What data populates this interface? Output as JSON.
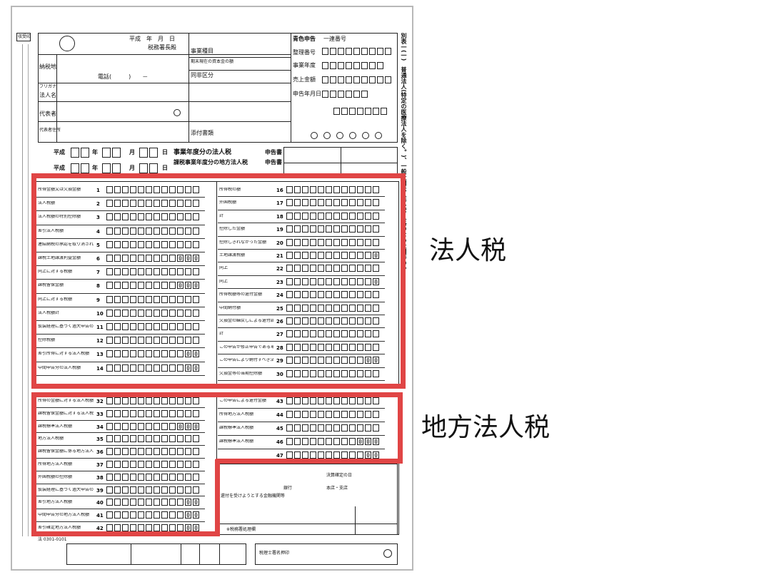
{
  "form": {
    "stamp": "収受印",
    "era": "平成",
    "date_fields": "平成　年　月　日",
    "tax_office": "税務署長殿",
    "address_label": "納税地",
    "phone": "電話(　　　)　　－",
    "furigana": "フリガナ",
    "corp_name_label": "法人名",
    "rep_label": "代表者",
    "rep_sign": "代表者住所",
    "kind": "事業種目",
    "capital": "期末現在の資本金の額",
    "same_div": "同非区分",
    "attach": "添付書類",
    "blue_return": "青色申告",
    "serial": "一連番号",
    "ref_no": "整理番号",
    "fiscal_year": "事業年度",
    "sales": "売上金額",
    "filing_date": "申告年月日",
    "side_title": "別表一(一)　普通法人(特定の医療法人を除く。)、一般社団法人等及び人格のない社団等の分",
    "year_label": "年",
    "month_label": "月",
    "day_label": "日",
    "title1": "事業年度分の法人税",
    "title2": "課税事業年度分の地方法人税",
    "return_label": "申告書",
    "form_code": "法 0301-0101"
  },
  "national": [
    {
      "no": "1",
      "label": "所得金額又は欠損金額",
      "val": ""
    },
    {
      "no": "2",
      "label": "法人税額",
      "val": ""
    },
    {
      "no": "3",
      "label": "法人税額の特別控除額",
      "val": ""
    },
    {
      "no": "4",
      "label": "差引法人税額",
      "val": ""
    },
    {
      "no": "5",
      "label": "連結納税の承認を取り消された場合等における既に控除された法人税額の特別控除額の加算額",
      "val": ""
    },
    {
      "no": "6",
      "label": "課税土地譲渡利益金額",
      "val": "000"
    },
    {
      "no": "7",
      "label": "同上に対する税額",
      "val": ""
    },
    {
      "no": "8",
      "label": "課税留保金額",
      "val": "000"
    },
    {
      "no": "9",
      "label": "同上に対する税額",
      "val": ""
    },
    {
      "no": "10",
      "label": "法人税額計",
      "val": ""
    },
    {
      "no": "11",
      "label": "仮装経理に基づく過大申告の更正に伴う控除法人税額",
      "val": ""
    },
    {
      "no": "12",
      "label": "控除税額",
      "val": ""
    },
    {
      "no": "13",
      "label": "差引所得に対する法人税額",
      "val": "00"
    },
    {
      "no": "14",
      "label": "中間申告分の法人税額",
      "val": "00"
    }
  ],
  "national_right": [
    {
      "no": "16",
      "label": "所得税の額",
      "val": ""
    },
    {
      "no": "17",
      "label": "外国税額",
      "val": ""
    },
    {
      "no": "18",
      "label": "計",
      "val": ""
    },
    {
      "no": "19",
      "label": "控除した金額",
      "val": ""
    },
    {
      "no": "20",
      "label": "控除しきれなかった金額",
      "val": ""
    },
    {
      "no": "21",
      "label": "土地譲渡税額",
      "val": "0"
    },
    {
      "no": "22",
      "label": "同上",
      "val": ""
    },
    {
      "no": "23",
      "label": "同上",
      "val": "0"
    },
    {
      "no": "24",
      "label": "所得税額等の還付金額",
      "val": ""
    },
    {
      "no": "25",
      "label": "中間納付額",
      "val": ""
    },
    {
      "no": "26",
      "label": "欠損金の繰戻しによる還付請求税額",
      "val": ""
    },
    {
      "no": "27",
      "label": "計",
      "val": ""
    },
    {
      "no": "28",
      "label": "この申告が修正申告である場合",
      "val": ""
    },
    {
      "no": "29",
      "label": "この申告により納付すべき法人税額",
      "val": "00"
    },
    {
      "no": "30",
      "label": "欠損金等の当期控除額",
      "val": ""
    }
  ],
  "local": [
    {
      "no": "32",
      "label": "所得の金額に対する法人税額",
      "val": ""
    },
    {
      "no": "33",
      "label": "課税留保金額に対する法人税額",
      "val": ""
    },
    {
      "no": "34",
      "label": "課税標準法人税額",
      "val": "000"
    },
    {
      "no": "35",
      "label": "地方法人税額",
      "val": ""
    },
    {
      "no": "36",
      "label": "課税留保金額に係る地方法人税額",
      "val": ""
    },
    {
      "no": "37",
      "label": "所得地方法人税額",
      "val": ""
    },
    {
      "no": "38",
      "label": "外国税額の控除額",
      "val": ""
    },
    {
      "no": "39",
      "label": "仮装経理に基づく過大申告の更正に伴う控除地方法人税額",
      "val": ""
    },
    {
      "no": "40",
      "label": "差引地方法人税額",
      "val": "00"
    },
    {
      "no": "41",
      "label": "中間申告分の地方法人税額",
      "val": "00"
    },
    {
      "no": "42",
      "label": "差引確定地方法人税額",
      "val": "00"
    }
  ],
  "local_right": [
    {
      "no": "43",
      "label": "この申告による還付金額",
      "val": ""
    },
    {
      "no": "44",
      "label": "所得地方法人税額",
      "val": ""
    },
    {
      "no": "45",
      "label": "課税標準法人税額",
      "val": ""
    },
    {
      "no": "46",
      "label": "課税標準法人税額",
      "val": "000"
    },
    {
      "no": "47",
      "label": "",
      "val": "00"
    }
  ],
  "bottom": {
    "refund_bank": "還付を受けようとする金融機関等",
    "bank": "銀行",
    "branch": "本店・支店",
    "settle_date": "決算確定の日",
    "tax_accountant": "税理士署名押印",
    "tax_office_box": "※税務署処理欄"
  },
  "annotations": {
    "corporate_tax": "法人税",
    "local_corporate_tax": "地方法人税"
  },
  "colors": {
    "highlight": "#e04545"
  }
}
